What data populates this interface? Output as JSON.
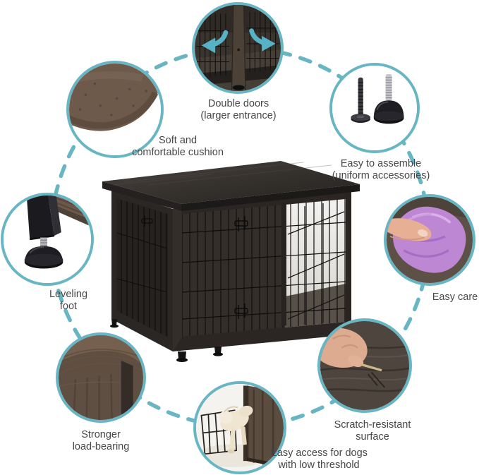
{
  "theme": {
    "accent": "#68b6c4",
    "text": "#474747",
    "wood_dark": "#2e2a27",
    "wood_top_light": "#45403c",
    "interior_light": "#eceae6",
    "cushion_brown": "#6e5a4b",
    "towel_purple": "#bd87d3",
    "dog_cream": "#efe5d0"
  },
  "features": [
    {
      "id": "soft-cushion",
      "line1": "Soft and",
      "line2": "comfortable cushion",
      "image": "cushion-closeup-photo"
    },
    {
      "id": "double-doors",
      "line1": "Double doors",
      "line2": "(larger entrance)",
      "image": "crate-doors-photo",
      "icons": [
        "arrow-left-icon",
        "arrow-right-icon"
      ]
    },
    {
      "id": "easy-assemble",
      "line1": "Easy to assemble",
      "line2": "(uniform accessories)",
      "image": "screw-and-foot-photo"
    },
    {
      "id": "easy-care",
      "line1": "Easy care",
      "line2": "",
      "image": "purple-towel-wipe-photo"
    },
    {
      "id": "scratch-resistant",
      "line1": "Scratch-resistant",
      "line2": "surface",
      "image": "hand-scratch-test-photo"
    },
    {
      "id": "easy-access",
      "line1": "Easy access for dogs",
      "line2": "with low threshold",
      "image": "dog-entering-crate-photo"
    },
    {
      "id": "load-bearing",
      "line1": "Stronger",
      "line2": "load-bearing",
      "image": "wood-corner-photo"
    },
    {
      "id": "leveling-foot",
      "line1": "Leveling",
      "line2": "foot",
      "image": "adjustable-foot-photo"
    }
  ]
}
